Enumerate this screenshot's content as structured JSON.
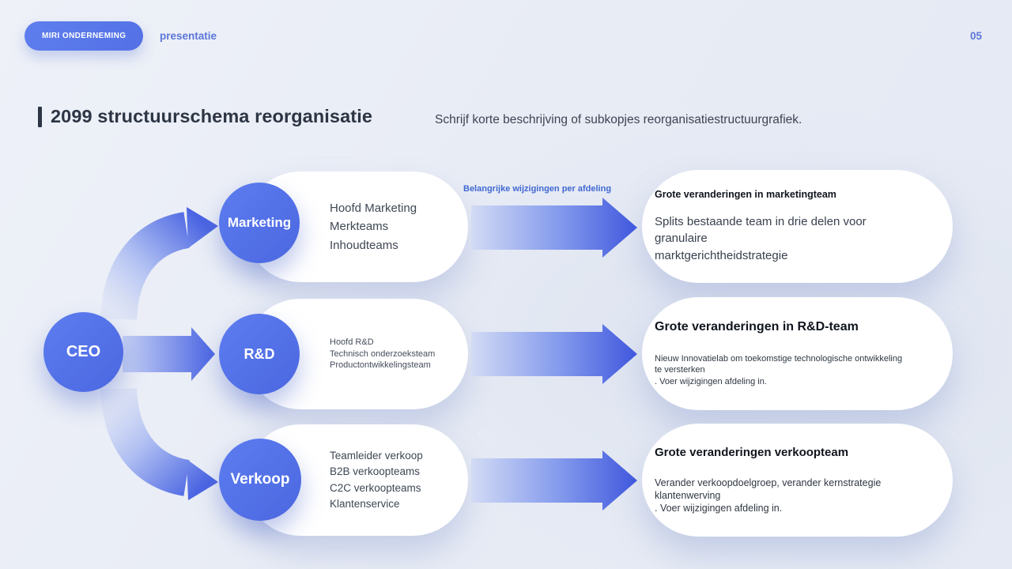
{
  "header": {
    "brand": "MIRI ONDERNEMING",
    "nav_label": "presentatie",
    "page_number": "05"
  },
  "title": {
    "text": "2099 structuurschema reorganisatie",
    "subtitle": "Schrijf korte beschrijving of subkopjes reorganisatiestructuurgrafiek."
  },
  "diagram": {
    "root_label": "CEO",
    "callout_label": "Belangrijke wijzigingen per afdeling",
    "branches": [
      {
        "name": "Marketing",
        "teams": [
          "Hoofd Marketing",
          "Merkteams",
          "Inhoudteams"
        ],
        "change_title": "Grote veranderingen in marketingteam",
        "change_body": "Splits bestaande team in drie delen voor granulaire\nmarktgerichtheidstrategie"
      },
      {
        "name": "R&D",
        "teams": [
          "Hoofd R&D",
          "Technisch onderzoeksteam",
          "Productontwikkelingsteam"
        ],
        "change_title": "Grote veranderingen in R&D-team",
        "change_body": "Nieuw Innovatielab om toekomstige technologische ontwikkeling te versterken\n. Voer wijzigingen afdeling in."
      },
      {
        "name": "Verkoop",
        "teams": [
          "Teamleider verkoop",
          "B2B verkoopteams",
          "C2C verkoopteams",
          "Klantenservice"
        ],
        "change_title": "Grote veranderingen verkoopteam",
        "change_body": "Verander verkoopdoelgroep, verander kernstrategie klantenwerving\n. Voer wijzigingen afdeling in."
      }
    ],
    "colors": {
      "accent_blue": "#5270e4",
      "deep_blue": "#4057dd",
      "link_blue": "#5b76da",
      "title_dark": "#2d3544",
      "card_white": "#ffffff",
      "background": "#e8ecf4"
    }
  }
}
